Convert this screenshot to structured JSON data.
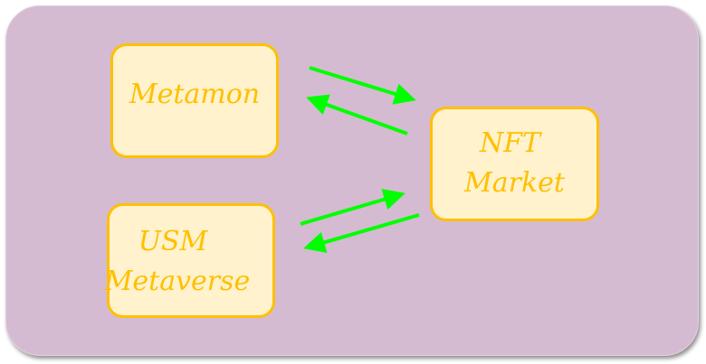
{
  "nodes": {
    "metamon": {
      "label": "Metamon"
    },
    "usm": {
      "line1": "USM",
      "line2": "Metaverse"
    },
    "nft": {
      "line1": "NFT",
      "line2": "Market"
    }
  },
  "colors": {
    "background": "#d4bbd1",
    "box_fill": "#fff2cc",
    "box_border": "#ffc000",
    "text": "#ffc000",
    "arrow": "#00ff00"
  }
}
